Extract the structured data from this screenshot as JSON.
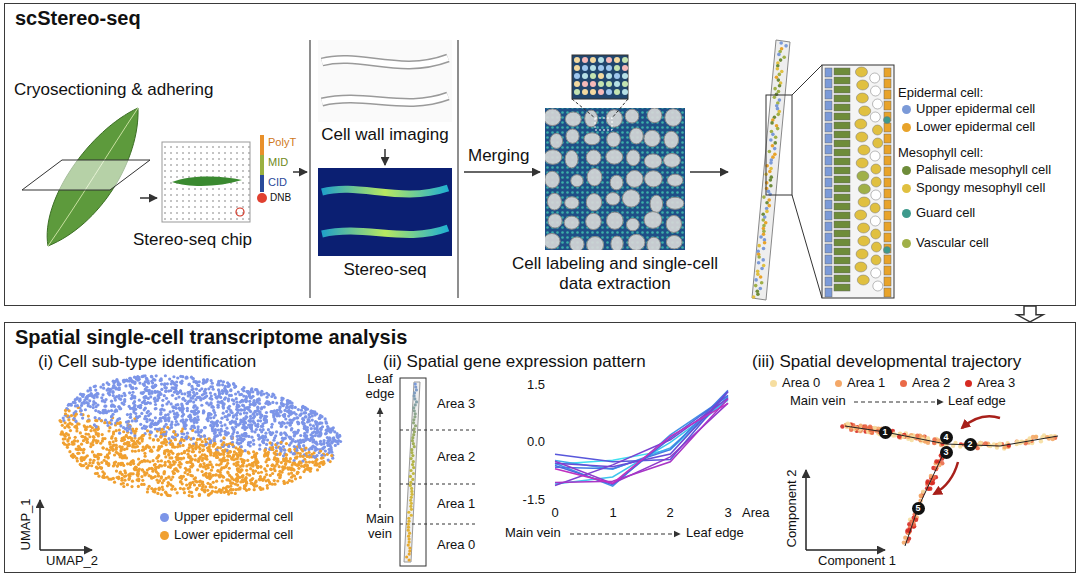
{
  "diagram": {
    "nodes": [
      {
        "text": [
          "scStereo-seq"
        ]
      },
      {
        "text": [
          "Spatial single-cell transcriptome analysis"
        ]
      }
    ],
    "edges": [
      {
        "from": 0,
        "to": 1,
        "arrow": "to"
      }
    ],
    "labels": [
      "Cryosectioning & adhering",
      "Stereo-seq chip",
      "PolyT",
      "MID",
      "CID",
      "DNB",
      "Cell wall imaging",
      "Stereo-seq",
      "Merging",
      "Cell labeling and single-cell data extraction",
      "Epidermal cell:",
      "Mesophyll cell:",
      "(i) Cell sub-type identification",
      "UMAP_1",
      "UMAP_2",
      "(ii) Spatial gene expression pattern",
      "Leaf edge",
      "Area 3",
      "Area 2",
      "Area 1",
      "Main vein",
      "Area 0",
      "1.5",
      "0.0",
      "-1.5",
      "0",
      "1",
      "2",
      "3",
      "Area",
      "Main vein",
      "Leaf edge",
      "(iii) Spatial developmental trajectory",
      "Main vein",
      "Leaf edge",
      "Component 2",
      "Component 1",
      "1",
      "2",
      "3",
      "4",
      "5"
    ],
    "legend": [
      {
        "text": "Upper epidermal cell",
        "color": "#7b9ad8"
      },
      {
        "text": "Lower epidermal cell",
        "color": "#e8a32a"
      },
      {
        "text": "Palisade mesophyll cell",
        "color": "#6e8c3a"
      },
      {
        "text": "Spongy mesophyll cell",
        "color": "#e0c040"
      },
      {
        "text": "Guard cell",
        "color": "#3d9a8c"
      },
      {
        "text": "Vascular cell",
        "color": "#a0b048"
      },
      {
        "text": "Upper epidermal cell",
        "color": "#7c95e8"
      },
      {
        "text": "Lower epidermal cell",
        "color": "#f0a030"
      },
      {
        "text": "Area 0",
        "color": "#f6dea0"
      },
      {
        "text": "Area 1",
        "color": "#f4a868"
      },
      {
        "text": "Area 2",
        "color": "#ea6a48"
      },
      {
        "text": "Area 3",
        "color": "#d62a22"
      }
    ]
  }
}
